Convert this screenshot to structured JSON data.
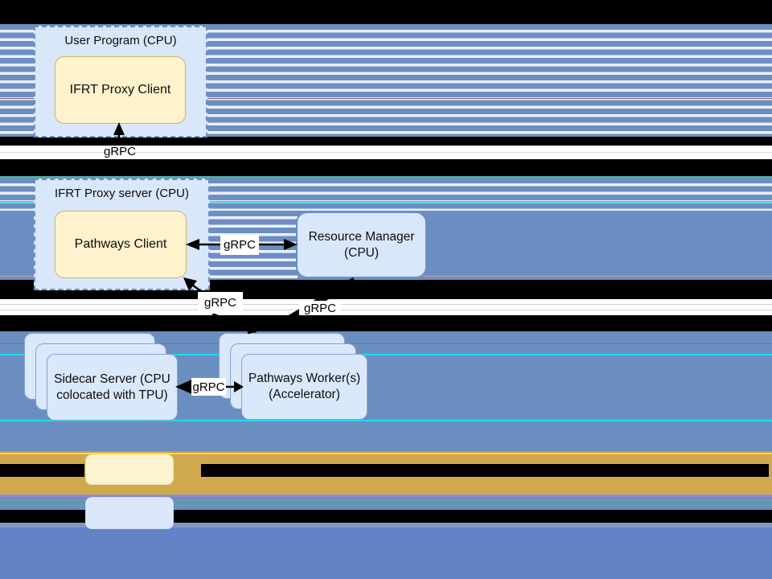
{
  "diagram": {
    "user_program": {
      "title": "User Program (CPU)",
      "inner": "IFRT Proxy Client"
    },
    "proxy_server": {
      "title": "IFRT Proxy server (CPU)",
      "inner": "Pathways Client"
    },
    "resource_manager": {
      "line1": "Resource Manager",
      "line2": "(CPU)"
    },
    "sidecar_stack": {
      "line1": "Sidecar Server (CPU",
      "line2": "colocated with TPU)"
    },
    "worker_stack": {
      "line1": "Pathways Worker(s)",
      "line2": "(Accelerator)"
    },
    "grpc": [
      "gRPC",
      "gRPC",
      "gRPC",
      "gRPC",
      "gRPC"
    ]
  },
  "legend": {
    "items": [
      {
        "swatch_color": "#fdf3d1"
      },
      {
        "swatch_color": "#dbe8fb"
      }
    ]
  },
  "colors": {
    "stripe_blue": "#6d8ec3",
    "background_blue": "#6c8fc3",
    "bottom_blue": "#6383c6",
    "gold_band": "#cfa94c",
    "panel_blue_fill": "#d9e7fb",
    "panel_blue_border": "#6c8ebf",
    "panel_yellow_fill": "#fff2cc",
    "panel_yellow_border": "#d6b656",
    "glitch_cyan": "#19dff0"
  }
}
